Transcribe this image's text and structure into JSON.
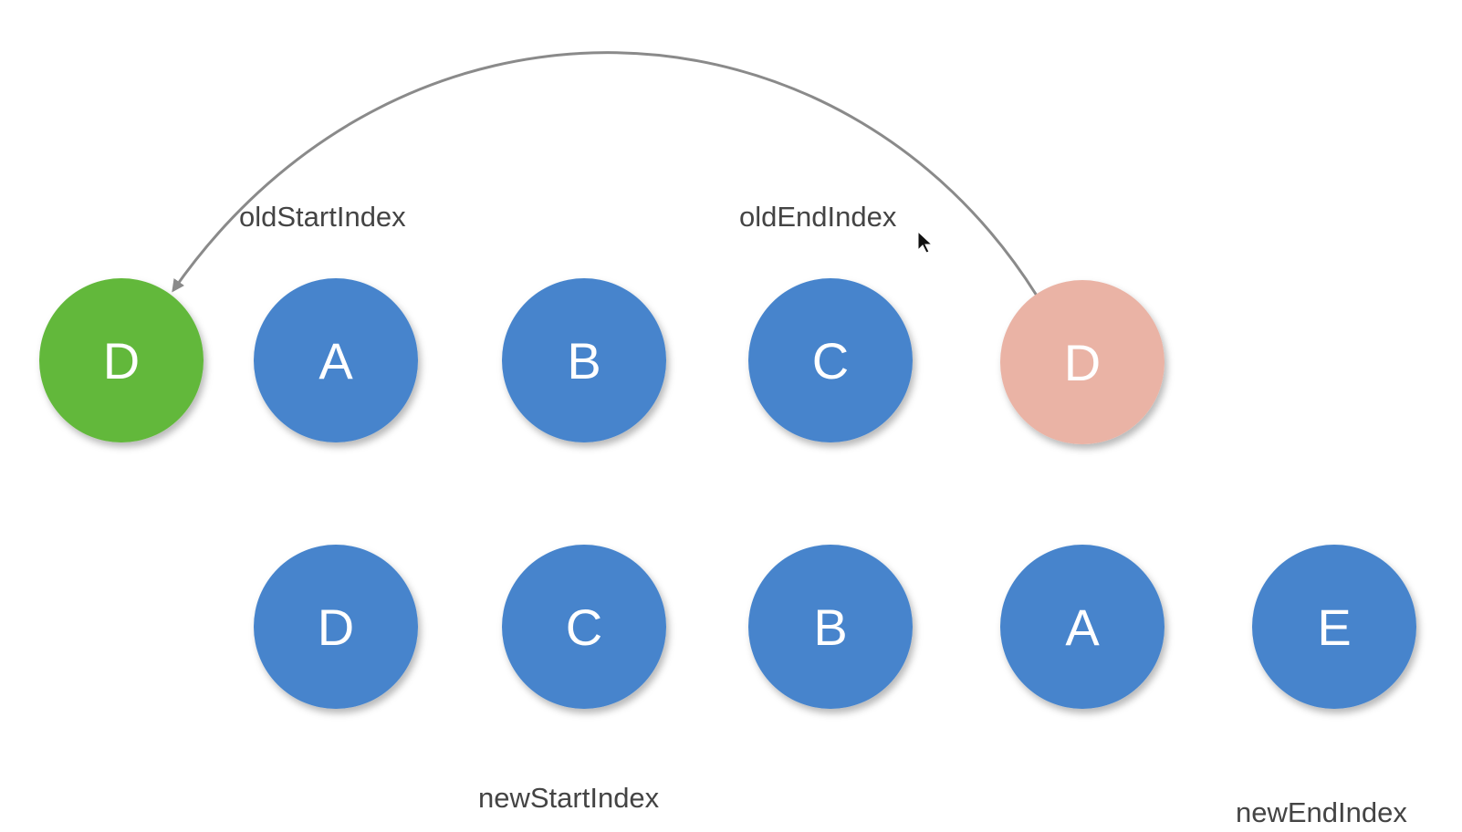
{
  "colors": {
    "background": "#ffffff",
    "node_default": "#4684cc",
    "node_new_position": "#62b83a",
    "node_moved_from": "#eab3a5",
    "node_text": "#ffffff",
    "arrow": "#8a8a8a",
    "label_text": "#444444"
  },
  "old_children": {
    "moved": {
      "label": "D",
      "state": "new_position"
    },
    "nodes": [
      {
        "label": "A",
        "state": "default"
      },
      {
        "label": "B",
        "state": "default"
      },
      {
        "label": "C",
        "state": "default"
      },
      {
        "label": "D",
        "state": "moved_from"
      }
    ]
  },
  "new_children": {
    "nodes": [
      {
        "label": "D",
        "state": "default"
      },
      {
        "label": "C",
        "state": "default"
      },
      {
        "label": "B",
        "state": "default"
      },
      {
        "label": "A",
        "state": "default"
      },
      {
        "label": "E",
        "state": "default"
      }
    ]
  },
  "pointers": {
    "old_start": "oldStartIndex",
    "old_end": "oldEndIndex",
    "new_start": "newStartIndex",
    "new_end": "newEndIndex"
  },
  "arrow": {
    "from": "D",
    "to": "D"
  },
  "cursor": {
    "icon": "mouse-pointer-icon"
  }
}
